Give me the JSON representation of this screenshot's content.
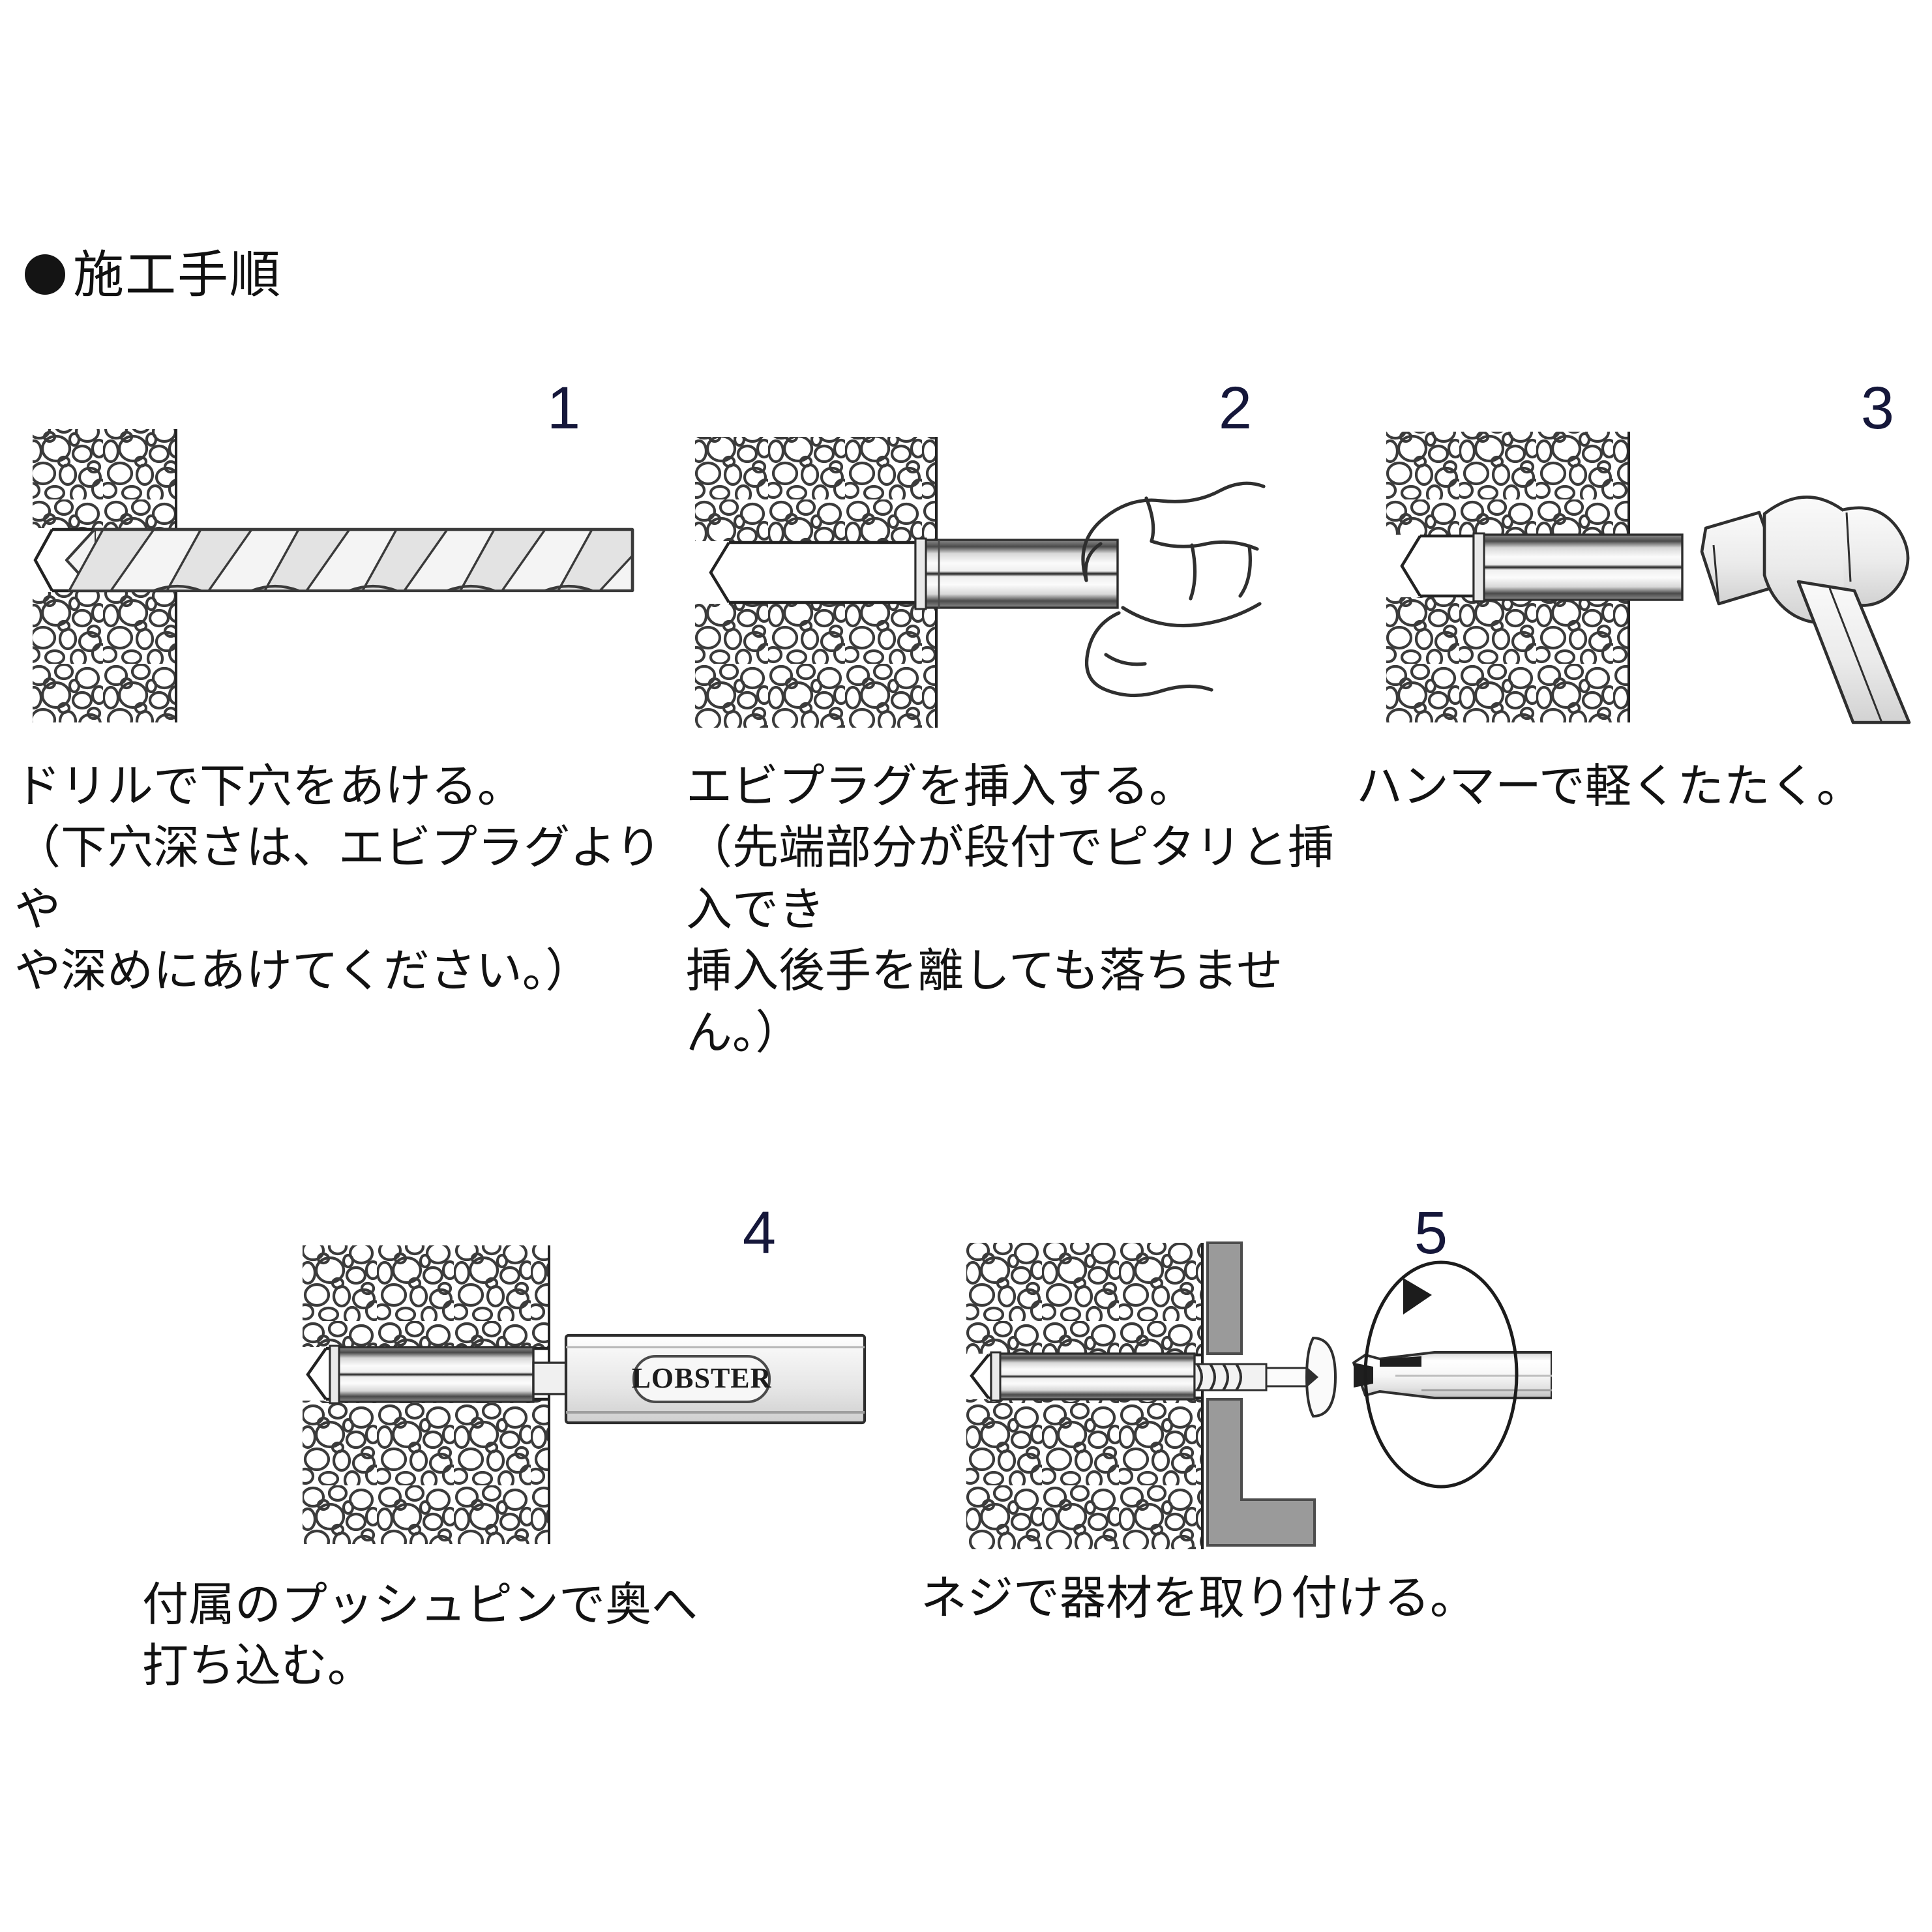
{
  "header": {
    "bullet": "●",
    "title": "施工手順"
  },
  "steps": [
    {
      "number": "1",
      "caption": "ドリルで下穴をあける。\n（下穴深さは、エビプラグよりや\nや深めにあけてください。）",
      "figure": "concrete-block-with-drill-bit"
    },
    {
      "number": "2",
      "caption": "エビプラグを挿入する。\n（先端部分が段付でピタリと挿入でき\n挿入後手を離しても落ちません。）",
      "figure": "concrete-block-with-plug-and-hand"
    },
    {
      "number": "3",
      "caption": "ハンマーで軽くたたく。",
      "figure": "concrete-block-with-plug-and-hammer"
    },
    {
      "number": "4",
      "caption": "付属のプッシュピンで奥へ\n打ち込む。",
      "figure": "concrete-block-with-push-pin"
    },
    {
      "number": "5",
      "caption": "ネジで器材を取り付ける。",
      "figure": "concrete-block-with-screw-bracket-screwdriver"
    }
  ],
  "brand": {
    "push_pin_label": "LOBSTER"
  },
  "colors": {
    "text": "#121212",
    "number": "#15173a",
    "outline": "#333333",
    "metal_light": "#f2f2f2",
    "metal_mid": "#c9c9c9",
    "metal_dark": "#3a3a3a",
    "fixture_gray": "#9a9a9a",
    "background": "#ffffff"
  }
}
